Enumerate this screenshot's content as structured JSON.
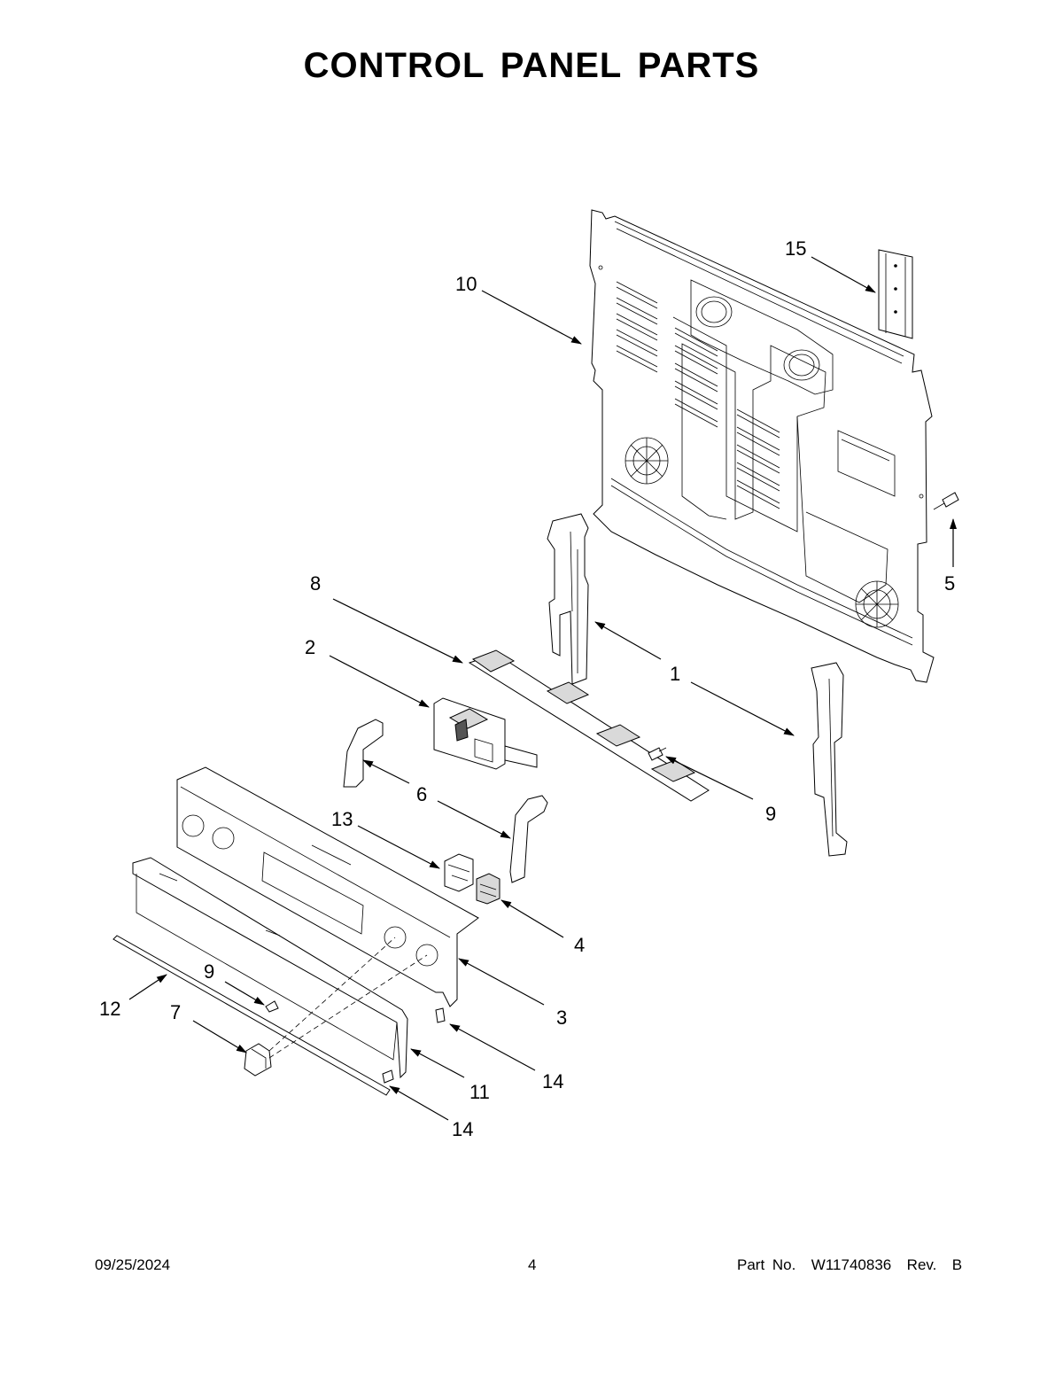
{
  "title": "CONTROL PANEL PARTS",
  "callouts": {
    "c1": "1",
    "c2": "2",
    "c3": "3",
    "c4": "4",
    "c5": "5",
    "c6": "6",
    "c7": "7",
    "c8": "8",
    "c9a": "9",
    "c9b": "9",
    "c10": "10",
    "c11": "11",
    "c12": "12",
    "c13": "13",
    "c14a": "14",
    "c14b": "14",
    "c15": "15"
  },
  "footer": {
    "date": "09/25/2024",
    "page": "4",
    "part_number": "Part No.  W11740836  Rev.  B"
  }
}
